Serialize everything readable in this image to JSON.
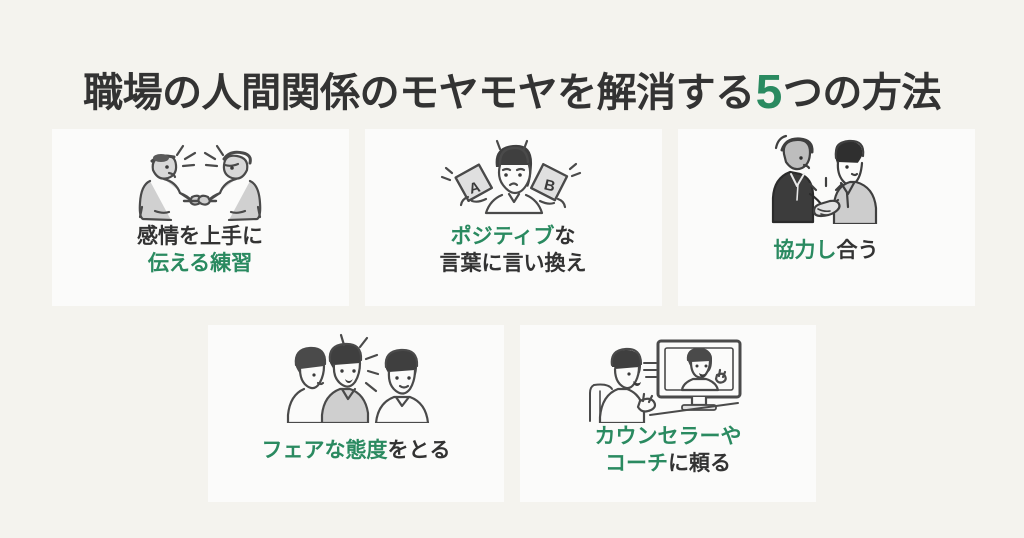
{
  "theme": {
    "background_color": "#f4f3ee",
    "card_color": "#fbfbfa",
    "text_color": "#333333",
    "accent_color": "#2a8a60"
  },
  "title": {
    "part1": "職場の人間関係のモヤモヤを解消する",
    "number": "5",
    "part2": "つの方法",
    "full_text": "職場の人間関係のモヤモヤを解消する5つの方法"
  },
  "cards": [
    {
      "index": "1",
      "icon": "two-people-talking-icon",
      "label_line1_dark": "感情を上手に",
      "label_line2_green": "伝える練習",
      "full_label": "感情を上手に伝える練習"
    },
    {
      "index": "2",
      "icon": "person-holding-ab-cards-icon",
      "label_line1_green": "ポジティブ",
      "label_line1_dark": "な",
      "label_line2_dark": "言葉に言い換え",
      "full_label": "ポジティブな言葉に言い換え"
    },
    {
      "index": "3",
      "icon": "handshake-icon",
      "label_green": "協力し",
      "label_dark": "合う",
      "full_label": "協力し合う"
    },
    {
      "index": "4",
      "icon": "three-people-group-icon",
      "label_green": "フェアな態度",
      "label_dark": "をとる",
      "full_label": "フェアな態度をとる"
    },
    {
      "index": "5",
      "icon": "video-call-counseling-icon",
      "label_line1_green": "カウンセラーや",
      "label_line2_green": "コーチ",
      "label_line2_dark": "に頼る",
      "full_label": "カウンセラーやコーチに頼る"
    }
  ]
}
